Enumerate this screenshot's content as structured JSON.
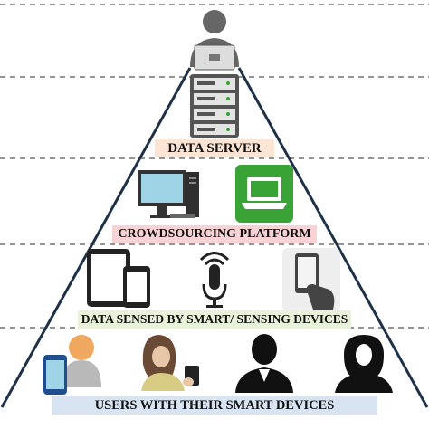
{
  "diagram": {
    "tiers": [
      {
        "label": "DATA SERVER",
        "color": "#fde5d6"
      },
      {
        "label": "CROWDSOURCING PLATFORM",
        "color": "#f7d3d6"
      },
      {
        "label": "DATA SENSED BY SMART/ SENSING DEVICES",
        "color": "#e9f1d8"
      },
      {
        "label": "USERS WITH THEIR SMART DEVICES",
        "color": "#d9e4f2"
      }
    ],
    "icons": [
      "admin-laptop-icon",
      "server-rack-icon",
      "desktop-computer-icon",
      "laptop-icon",
      "tablet-phone-icon",
      "microphone-sensor-icon",
      "hand-smartphone-icon",
      "user-with-phone-icon",
      "woman-with-phone-icon",
      "man-silhouette-icon",
      "woman-silhouette-icon"
    ],
    "colors": {
      "pyramid_line": "#1f3147",
      "dashed_line": "#555555",
      "platform_green": "#3aa335",
      "screen_blue": "#9fd3e6"
    }
  }
}
